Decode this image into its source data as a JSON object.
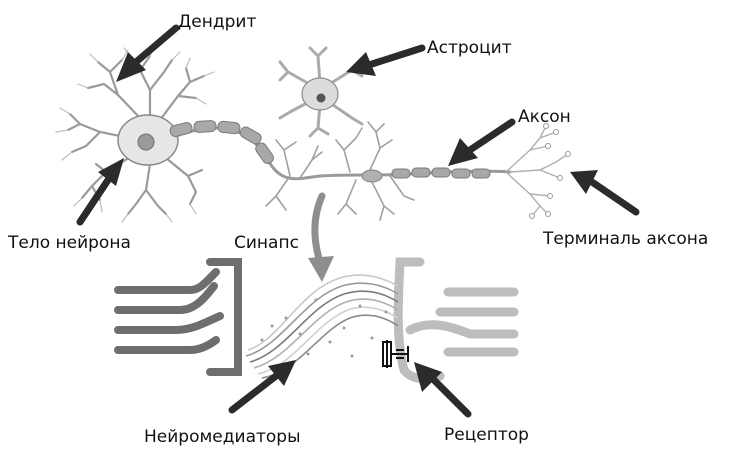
{
  "labels": {
    "dendrite": "Дендрит",
    "astrocyte": "Астроцит",
    "axon": "Аксон",
    "soma": "Тело нейрона",
    "axon_terminal": "Терминаль аксона",
    "synapse": "Синапс",
    "neurotransmitters": "Нейромедиаторы",
    "receptor": "Рецептор"
  },
  "colors": {
    "arrow": "#2b2b2b",
    "neuron_fill": "#e6e6e6",
    "neuron_stroke": "#8a8a8a",
    "nucleus": "#9a9a9a",
    "myelin": "#a8a8a8",
    "left_terminal": "#6e6e6e",
    "right_terminal": "#b8b8b8",
    "synapse_arrow": "#8e8e8e",
    "astrocyte_nucleus": "#555555"
  },
  "icons": [
    "arrow-icon",
    "receptor-icon"
  ]
}
